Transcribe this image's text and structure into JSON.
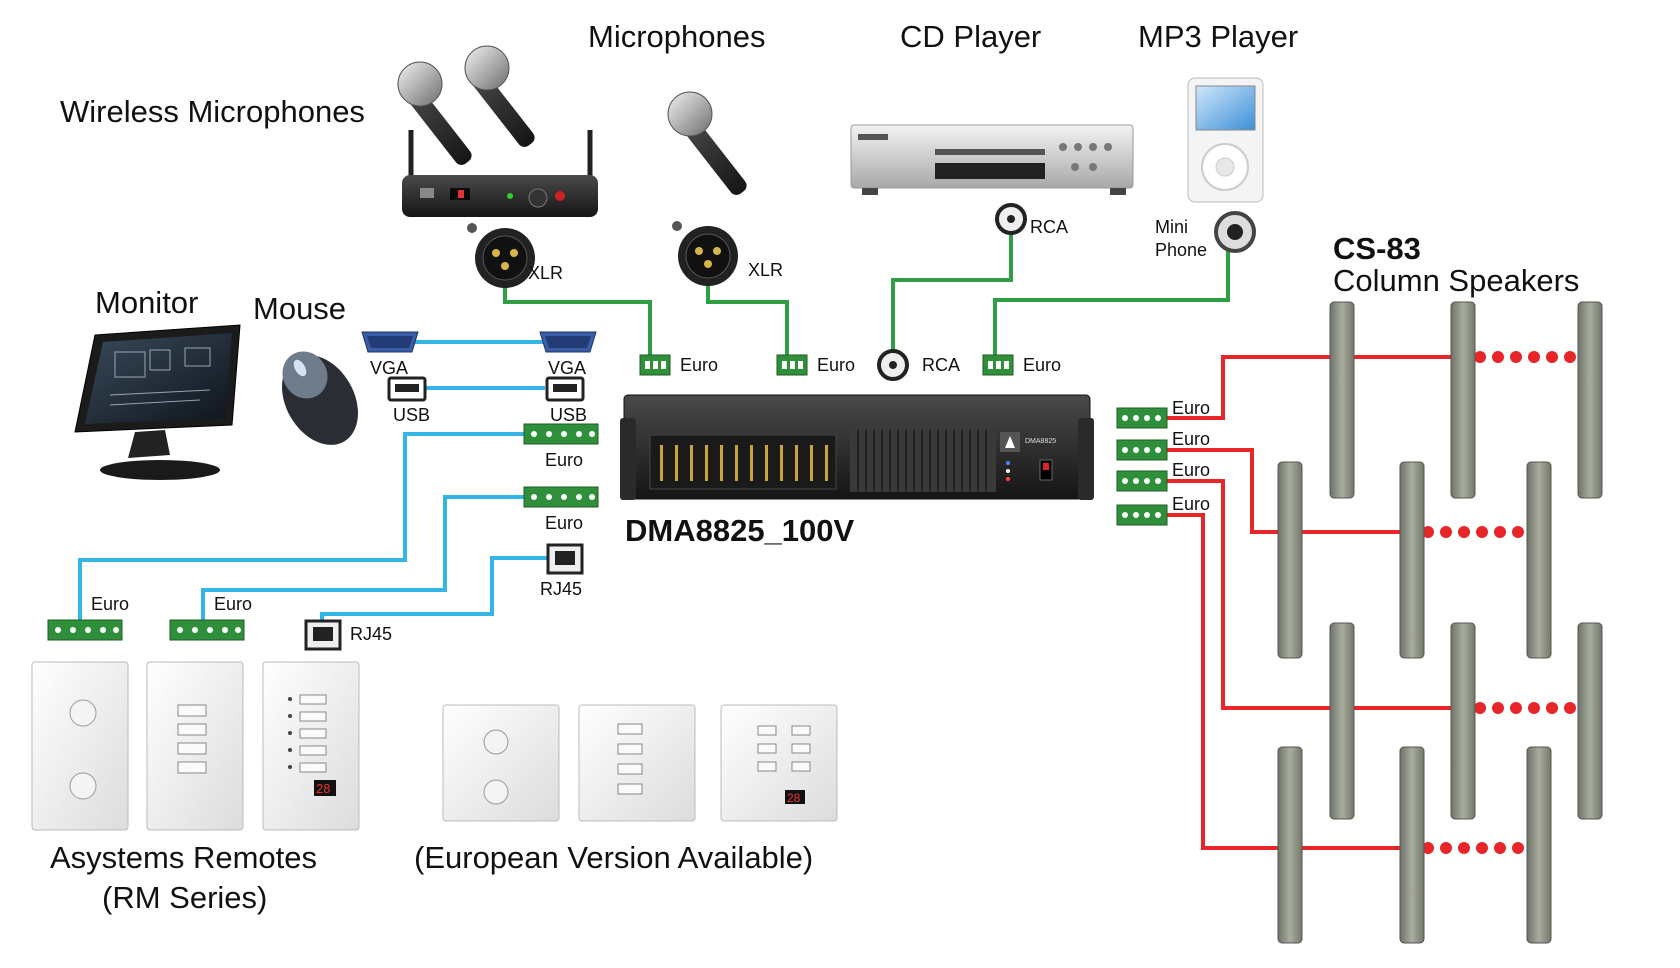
{
  "sources": {
    "wireless_mics": "Wireless Microphones",
    "microphones": "Microphones",
    "cd_player": "CD Player",
    "mp3_player": "MP3 Player"
  },
  "peripherals": {
    "monitor": "Monitor",
    "mouse": "Mouse"
  },
  "connectors": {
    "xlr": "XLR",
    "rca": "RCA",
    "mini_phone_1": "Mini",
    "mini_phone_2": "Phone",
    "euro": "Euro",
    "vga": "VGA",
    "usb": "USB",
    "rj45": "RJ45"
  },
  "amplifier": {
    "model": "DMA8825_100V",
    "faceplate_model": "DMA8825"
  },
  "speakers": {
    "model": "CS-83",
    "description": "Column Speakers"
  },
  "remotes": {
    "title_line1": "Asystems Remotes",
    "title_line2": "(RM Series)",
    "european_note": "(European Version Available)",
    "display_digits": "28"
  },
  "colors": {
    "audio_line": "#2ea043",
    "control_line": "#35b4e6",
    "speaker_line": "#e8262a",
    "terminal_green": "#2f8f3a"
  }
}
